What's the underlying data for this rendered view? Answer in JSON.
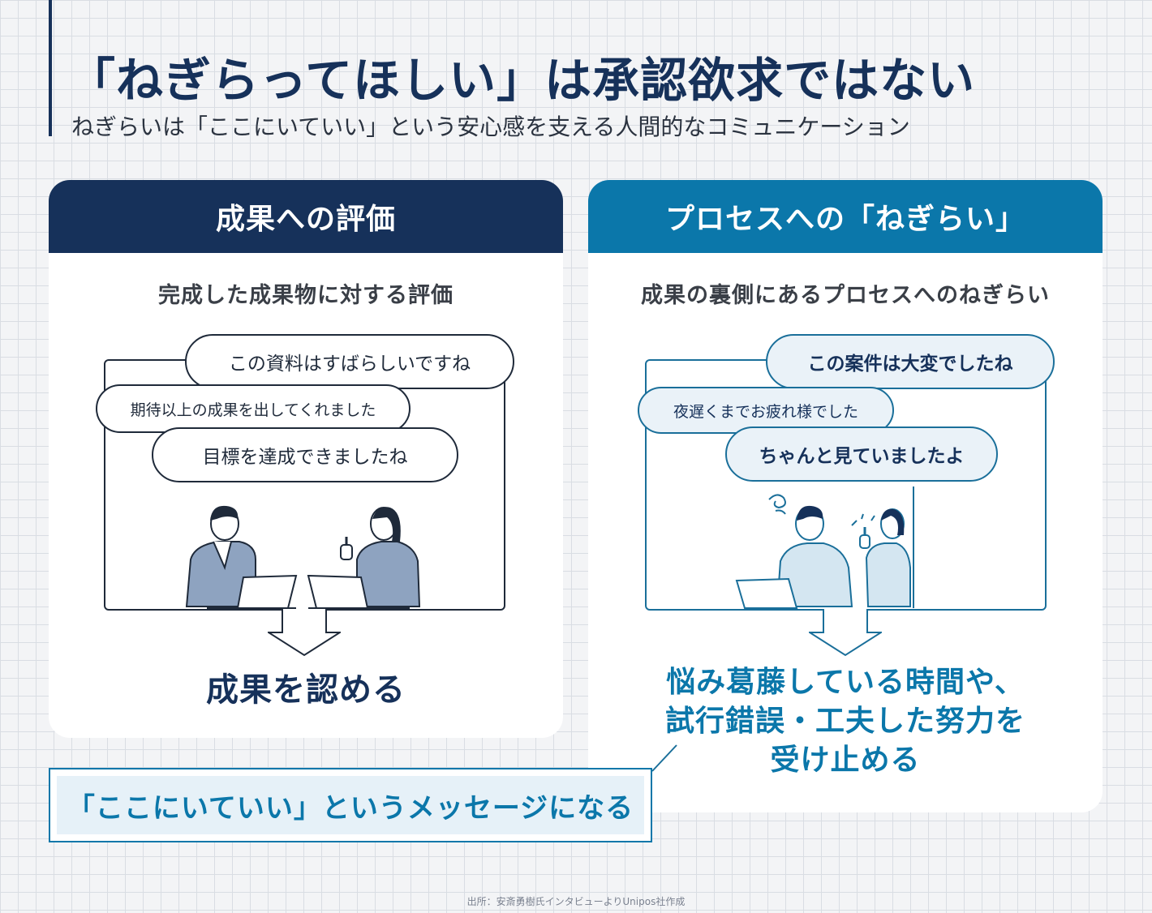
{
  "header": {
    "title": "「ねぎらってほしい」は承認欲求ではない",
    "subtitle": "ねぎらいは「ここにいていい」という安心感を支える人間的なコミュニケーション"
  },
  "left_card": {
    "heading": "成果への評価",
    "lead": "完成した成果物に対する評価",
    "bubbles": [
      "この資料はすばらしいですね",
      "期待以上の成果を出してくれました",
      "目標を達成できましたね"
    ],
    "result": "成果を認める"
  },
  "right_card": {
    "heading": "プロセスへの「ねぎらい」",
    "lead": "成果の裏側にあるプロセスへのねぎらい",
    "bubbles": [
      "この案件は大変でしたね",
      "夜遅くまでお疲れ様でした",
      "ちゃんと見ていましたよ"
    ],
    "result_lines": [
      "悩み葛藤している時間や、",
      "試行錯誤・工夫した努力を",
      "受け止める"
    ]
  },
  "message": "「ここにいていい」というメッセージになる",
  "source": "出所：安斎勇樹氏インタビューよりUnipos社作成",
  "colors": {
    "navy": "#16315a",
    "blue": "#0b77aa",
    "light_blue": "#e6f1f8"
  }
}
